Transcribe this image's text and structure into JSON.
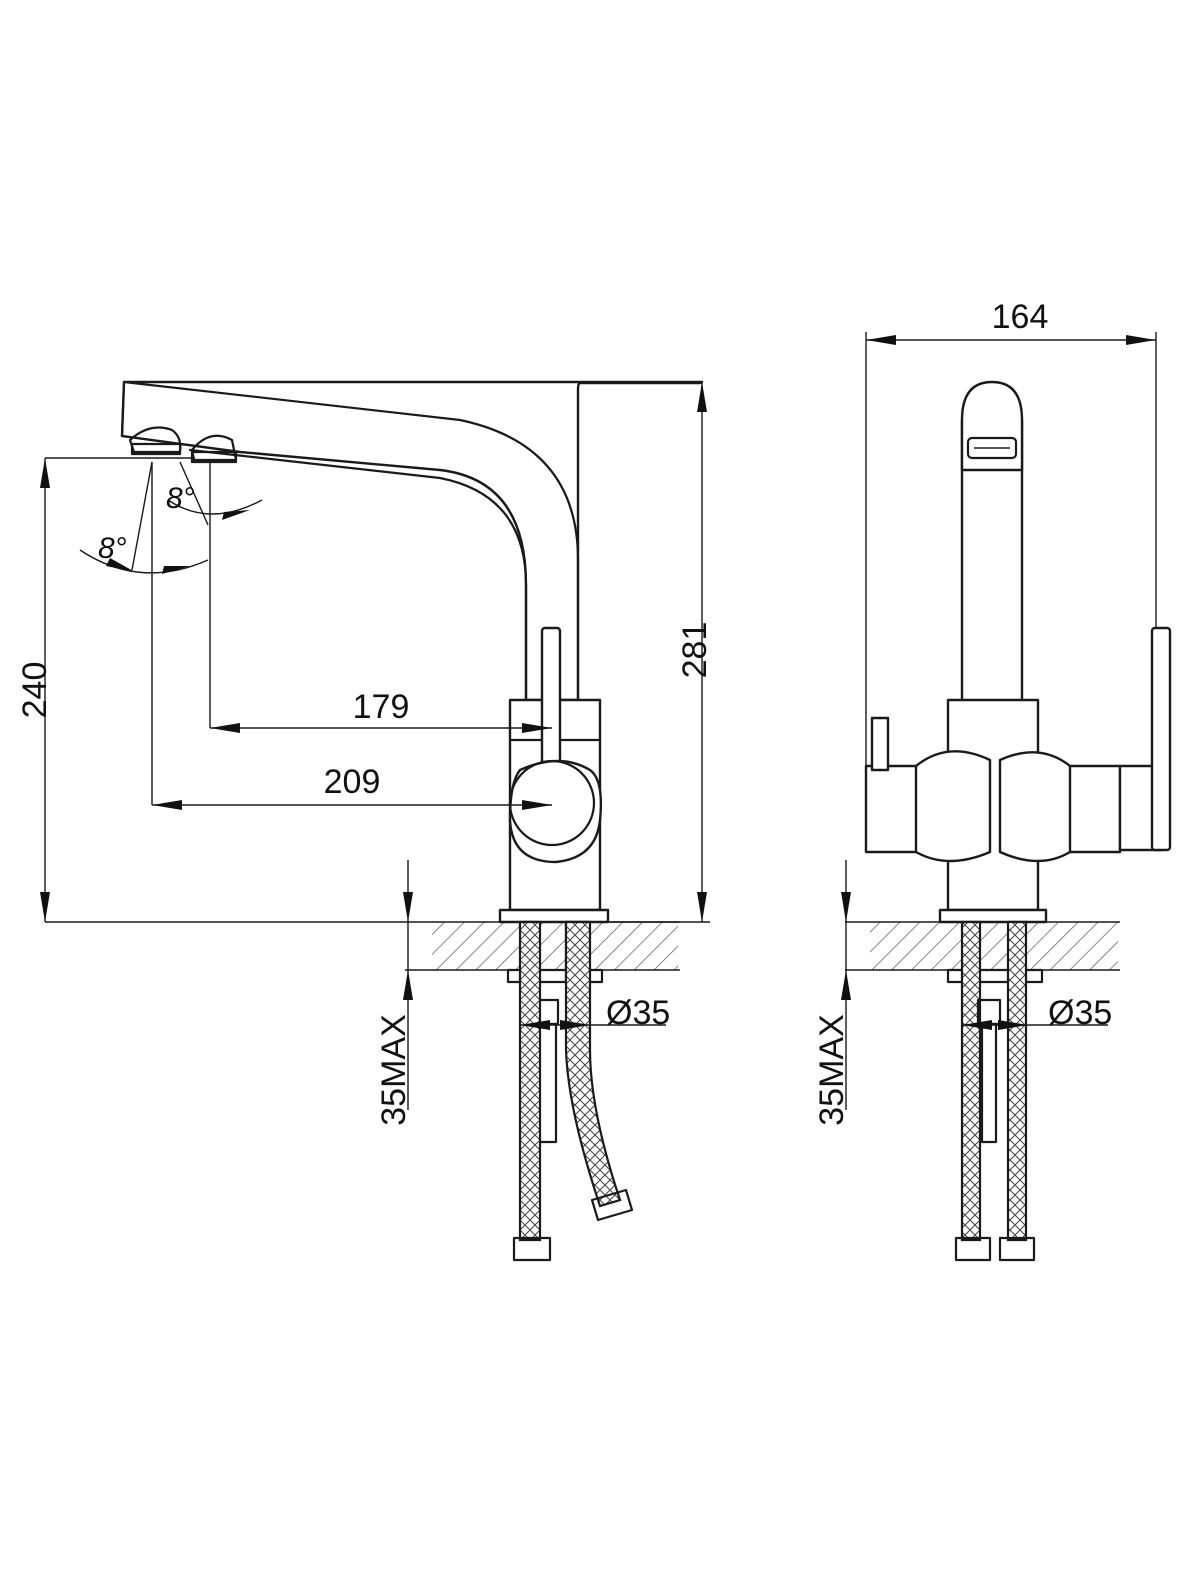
{
  "side_view": {
    "dim_width_outer": "209",
    "dim_width_inner": "179",
    "dim_height_outlet": "240",
    "dim_height_total": "281",
    "dim_deck_thickness": "35MAX",
    "dim_hole_diameter": "Ø35",
    "angle_upper": "8°",
    "angle_lower": "8°"
  },
  "front_view": {
    "dim_width": "164",
    "dim_deck_thickness": "35MAX",
    "dim_hole_diameter": "Ø35"
  }
}
